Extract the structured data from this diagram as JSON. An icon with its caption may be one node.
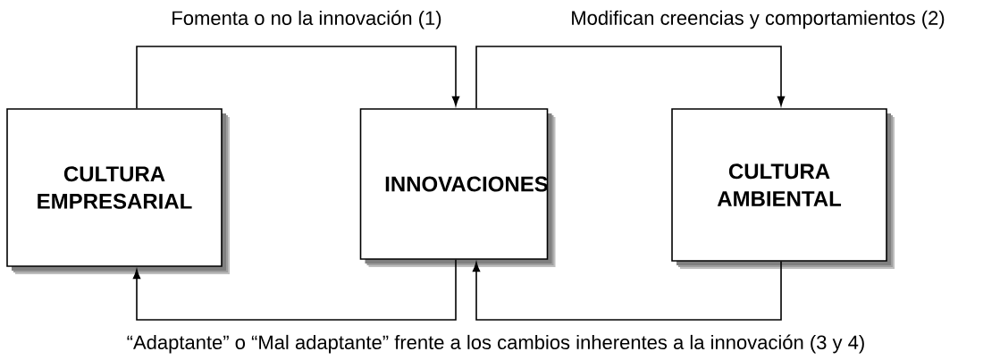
{
  "diagram": {
    "nodes": [
      {
        "text": [
          "CULTURA EMPRESARIAL"
        ]
      },
      {
        "text": [
          "INNOVACIONES"
        ]
      },
      {
        "text": [
          "CULTURA AMBIENTAL"
        ]
      }
    ],
    "edges": [
      {
        "from": 0,
        "to": 1,
        "arrow": "to",
        "label": "Fomenta o no la innovación (1)"
      },
      {
        "from": 1,
        "to": 2,
        "arrow": "to",
        "label": "Modifican creencias y comportamientos (2)"
      },
      {
        "from": 1,
        "to": 0,
        "arrow": "to"
      },
      {
        "from": 2,
        "to": 1,
        "arrow": "to"
      }
    ],
    "labels": [
      "“Adaptante” o “Mal adaptante” frente a los cambios inherentes a la innovación (3 y 4)"
    ]
  }
}
